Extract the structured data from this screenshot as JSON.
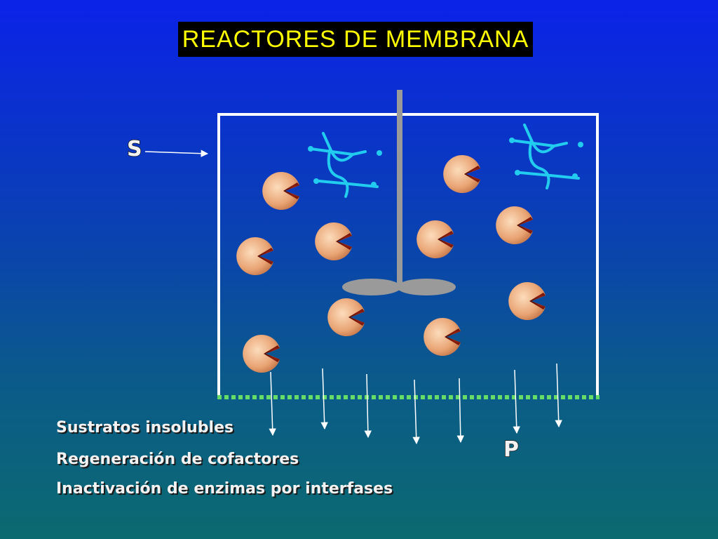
{
  "title": "REACTORES DE MEMBRANA",
  "labels": {
    "substrate": "S",
    "product": "P"
  },
  "bullets": [
    "Sustratos insolubles",
    "Regeneración de cofactores",
    "Inactivación de enzimas por interfases"
  ],
  "colors": {
    "title_bg": "#000000",
    "title_text": "#ffff00",
    "membrane": "#66dd66",
    "enzyme_outer": "#e8a070",
    "enzyme_inner": "#7a1a0a",
    "cofactor": "#22ccee",
    "stirrer": "#999999"
  },
  "icons": [
    "enzyme-icon",
    "cofactor-icon",
    "stirrer-icon"
  ]
}
